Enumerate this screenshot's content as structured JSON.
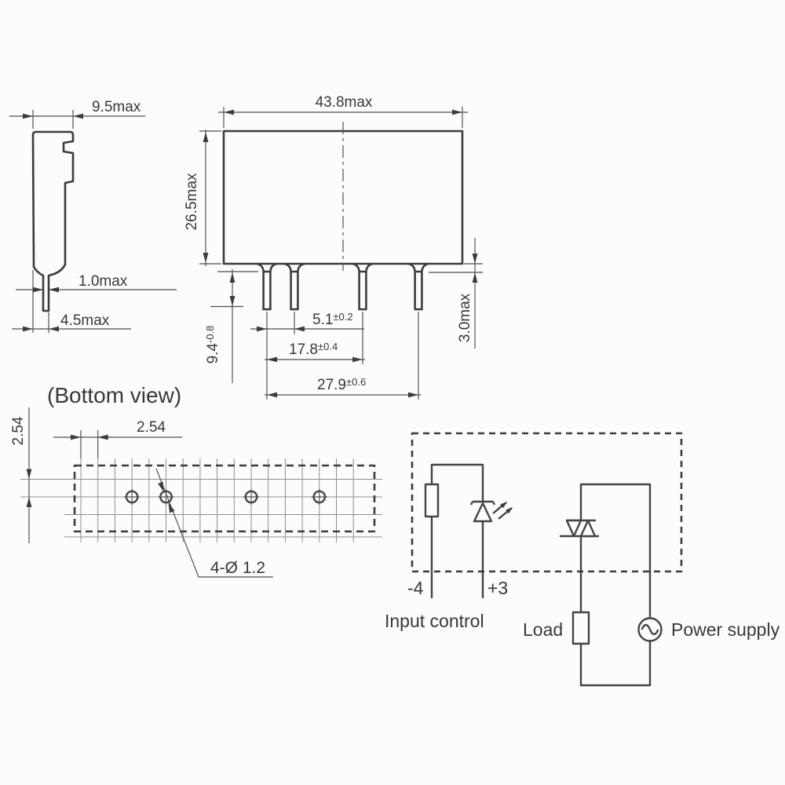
{
  "side_view": {
    "dim_width": "9.5max",
    "dim_pin_thickness": "1.0max",
    "dim_pin_offset": "4.5max"
  },
  "front_view": {
    "dim_width": "43.8max",
    "dim_height": "26.5max",
    "dim_pin_pitch_1_2": "5.1",
    "dim_pin_pitch_1_2_tol": "±0.2",
    "dim_pin_length": "9.4",
    "dim_pin_length_tol": "-0.8",
    "dim_pin_pitch_1_3": "17.8",
    "dim_pin_pitch_1_3_tol": "±0.4",
    "dim_pin_pitch_1_4": "27.9",
    "dim_pin_pitch_1_4_tol": "±0.6",
    "dim_standoff": "3.0max"
  },
  "bottom_view": {
    "title": "(Bottom view)",
    "dim_row_offset": "2.54",
    "dim_grid_pitch": "2.54",
    "hole_callout": "4-Ø 1.2"
  },
  "circuit": {
    "terminal_negative": "-4",
    "terminal_positive": "+3",
    "label_input_control": "Input control",
    "label_load": "Load",
    "label_power_supply": "Power supply"
  }
}
